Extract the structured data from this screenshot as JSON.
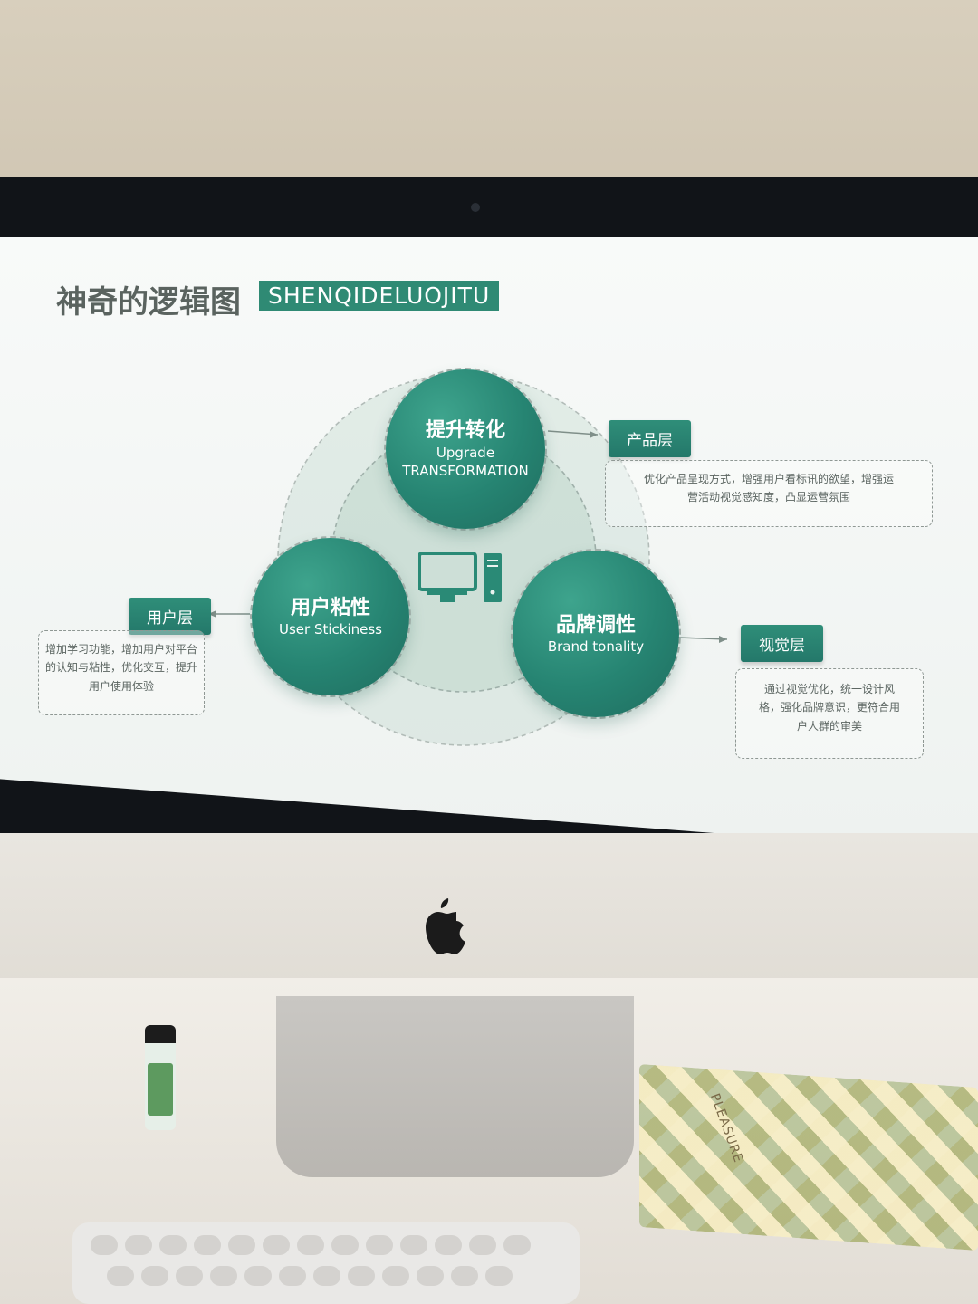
{
  "slide": {
    "title": "神奇的逻辑图",
    "subtitle": "SHENQIDELUOJITU",
    "circles": [
      {
        "cn": "提升转化",
        "en_lines": [
          "Upgrade",
          "TRANSFORMATION"
        ]
      },
      {
        "cn": "用户粘性",
        "en_lines": [
          "User Stickiness"
        ]
      },
      {
        "cn": "品牌调性",
        "en_lines": [
          "Brand tonality"
        ]
      }
    ],
    "layers": [
      {
        "tag": "产品层",
        "description_lines": [
          "优化产品呈现方式，增强用户看标讯的欲望，增强运",
          "营活动视觉感知度，凸显运营氛围"
        ]
      },
      {
        "tag": "用户层",
        "description_lines": [
          "增加学习功能，增加用户对平台",
          "的认知与粘性，优化交互，提升",
          "用户使用体验"
        ]
      },
      {
        "tag": "视觉层",
        "description_lines": [
          "通过视觉优化，统一设计风",
          "格，强化品牌意识，更符合用",
          "户人群的审美"
        ]
      }
    ]
  },
  "notebook": {
    "brand_text": "PLEASURE"
  },
  "icons": [
    "computer-icon",
    "apple-logo-icon"
  ]
}
